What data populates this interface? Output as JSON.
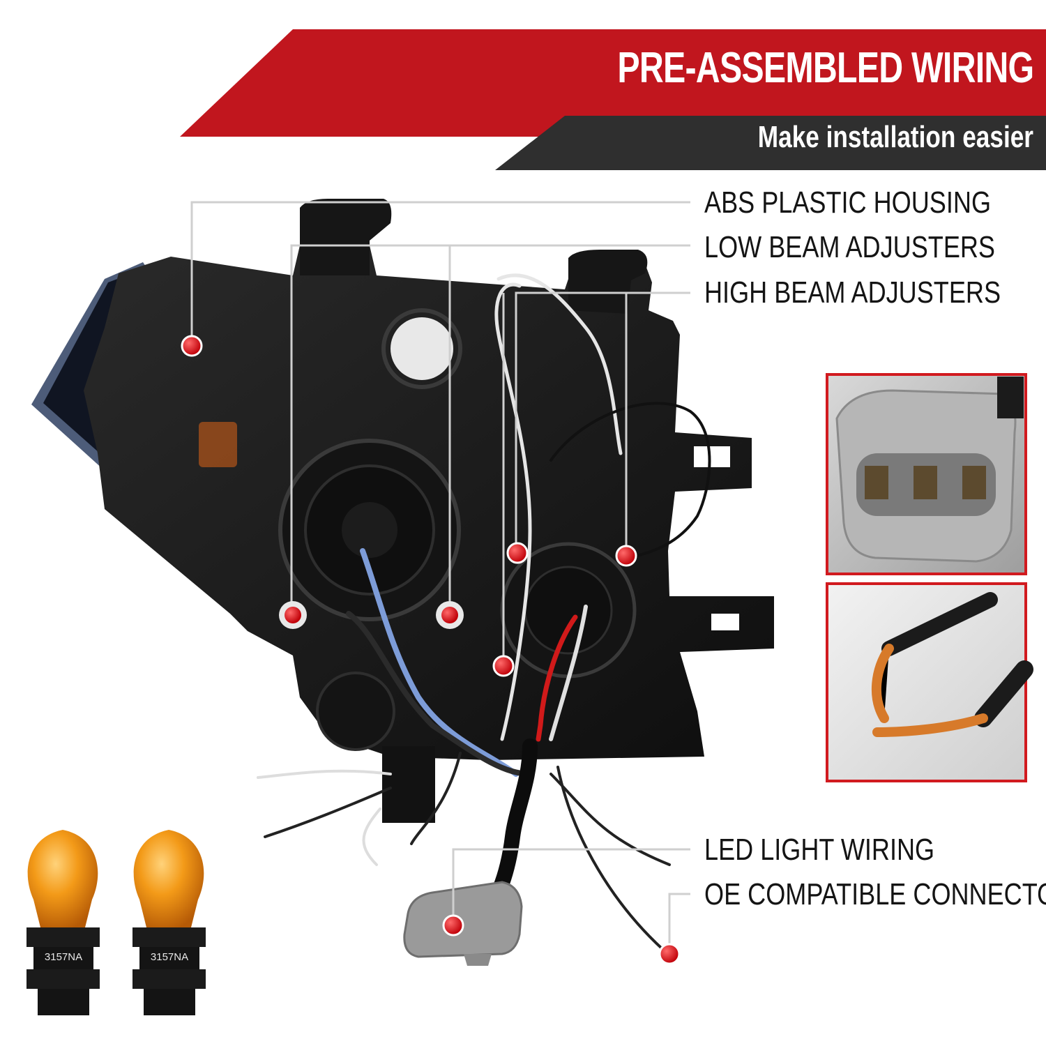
{
  "banner": {
    "title": "PRE-ASSEMBLED WIRING",
    "subtitle": "Make installation easier"
  },
  "features": [
    "ABS PLASTIC HOUSING",
    "LOW BEAM ADJUSTERS",
    "HIGH BEAM ADJUSTERS",
    "LED LIGHT WIRING",
    "OE COMPATIBLE CONNECTOR"
  ],
  "bulbs": [
    {
      "label": "3157NA"
    },
    {
      "label": "3157NA"
    }
  ],
  "colors": {
    "banner_red": "#c1161e",
    "banner_dark": "#2f2f2f",
    "marker_red": "#e01218",
    "inset_border": "#d11a1f",
    "bulb_amber": "#f08a12"
  }
}
